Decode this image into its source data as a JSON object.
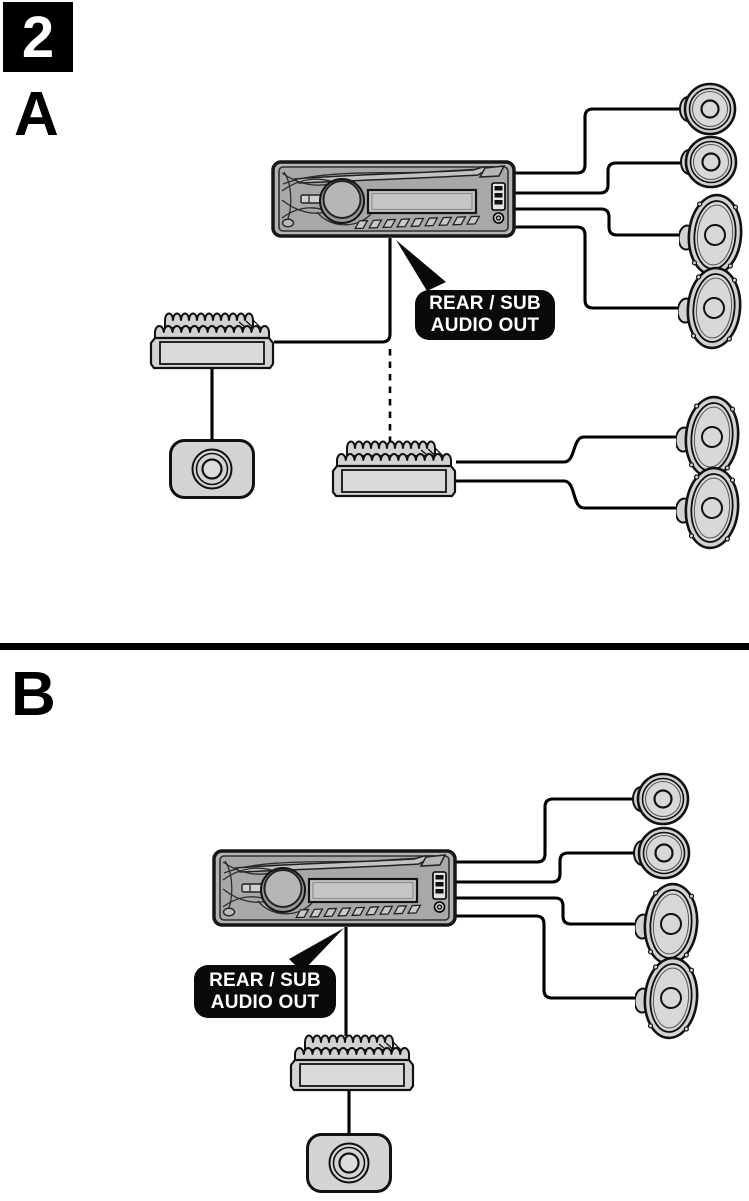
{
  "page": {
    "step_number": "2",
    "background": "#ffffff"
  },
  "sections": {
    "a": {
      "label": "A",
      "callout": {
        "line1": "REAR / SUB",
        "line2": "AUDIO OUT"
      },
      "components": {
        "head_unit": "car-stereo-head-unit",
        "amplifiers": 2,
        "subwoofer": 1,
        "round_speakers": 2,
        "oval_speakers": 4,
        "note": "dashed-line-alternative-amplifier-connection"
      }
    },
    "b": {
      "label": "B",
      "callout": {
        "line1": "REAR / SUB",
        "line2": "AUDIO OUT"
      },
      "components": {
        "head_unit": "car-stereo-head-unit",
        "amplifiers": 1,
        "subwoofer": 1,
        "round_speakers": 2,
        "oval_speakers": 2
      }
    }
  },
  "icons": {
    "head_unit": "head-unit-icon",
    "amplifier": "power-amplifier-icon",
    "subwoofer": "subwoofer-icon",
    "tweeter": "round-speaker-icon",
    "woofer": "oval-speaker-icon"
  },
  "colors": {
    "line": "#000000",
    "component_fill": "#d4d4d4",
    "unit_body": "#b3b3b3",
    "callout_bg": "#0a0a0a",
    "callout_text": "#ffffff",
    "divider": "#000000"
  }
}
